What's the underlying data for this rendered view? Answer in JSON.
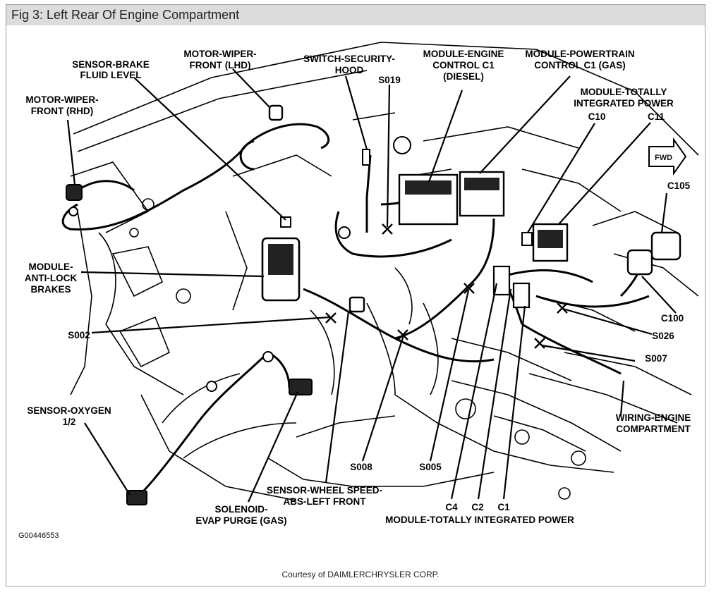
{
  "figure": {
    "title": "Fig 3: Left Rear Of Engine Compartment",
    "image_id_label": "G00446553",
    "credit": "Courtesy of DAIMLERCHRYSLER CORP."
  },
  "labels": {
    "sensor_brake_l1": "SENSOR-BRAKE",
    "sensor_brake_l2": "FLUID LEVEL",
    "motor_wiper_lhd_l1": "MOTOR-WIPER-",
    "motor_wiper_lhd_l2": "FRONT (LHD)",
    "switch_security_l1": "SWITCH-SECURITY-",
    "switch_security_l2": "HOOD",
    "s019": "S019",
    "module_engine_l1": "MODULE-ENGINE",
    "module_engine_l2": "CONTROL C1",
    "module_engine_l3": "(DIESEL)",
    "module_powertrain_l1": "MODULE-POWERTRAIN",
    "module_powertrain_l2": "CONTROL C1 (GAS)",
    "module_tip_l1": "MODULE-TOTALLY",
    "module_tip_l2": "INTEGRATED POWER",
    "c10": "C10",
    "c11": "C11",
    "motor_wiper_rhd_l1": "MOTOR-WIPER-",
    "motor_wiper_rhd_l2": "FRONT (RHD)",
    "fwd": "FWD",
    "c105": "C105",
    "module_abs_l1": "MODULE-",
    "module_abs_l2": "ANTI-LOCK",
    "module_abs_l3": "BRAKES",
    "c100": "C100",
    "s026": "S026",
    "s002": "S002",
    "s007": "S007",
    "sensor_oxygen_l1": "SENSOR-OXYGEN",
    "sensor_oxygen_l2": "1/2",
    "wiring_engine_l1": "WIRING-ENGINE",
    "wiring_engine_l2": "COMPARTMENT",
    "s008": "S008",
    "s005": "S005",
    "sensor_wheel_l1": "SENSOR-WHEEL SPEED-",
    "sensor_wheel_l2": "ABS-LEFT FRONT",
    "solenoid_l1": "SOLENOID-",
    "solenoid_l2": "EVAP PURGE (GAS)",
    "c4": "C4",
    "c2": "C2",
    "c1": "C1",
    "module_tip_bottom": "MODULE-TOTALLY INTEGRATED POWER"
  }
}
